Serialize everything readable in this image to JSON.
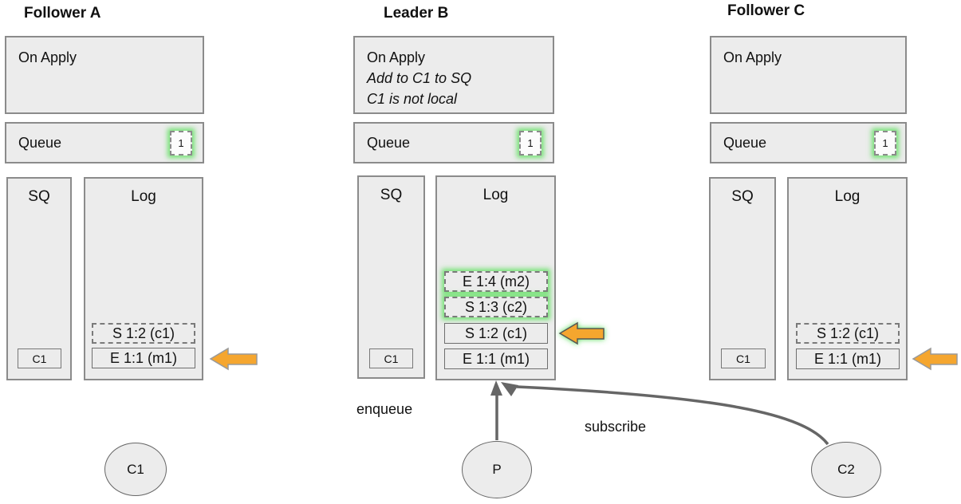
{
  "diagram": {
    "nodes": [
      {
        "title": "Follower A",
        "on_apply": {
          "lines": [
            "On Apply"
          ]
        },
        "queue": {
          "label": "Queue",
          "badge": "1"
        },
        "sq": {
          "label": "SQ",
          "item": "C1"
        },
        "log": {
          "label": "Log",
          "entries": [
            {
              "text": "S 1:2 (c1)"
            },
            {
              "text": "E 1:1 (m1)"
            }
          ]
        }
      },
      {
        "title": "Leader B",
        "on_apply": {
          "lines": [
            "On Apply",
            "Add to C1 to SQ",
            "C1 is not local"
          ]
        },
        "queue": {
          "label": "Queue",
          "badge": "1"
        },
        "sq": {
          "label": "SQ",
          "item": "C1"
        },
        "log": {
          "label": "Log",
          "entries": [
            {
              "text": "E 1:4 (m2)"
            },
            {
              "text": "S 1:3 (c2)"
            },
            {
              "text": "S 1:2 (c1)"
            },
            {
              "text": "E 1:1 (m1)"
            }
          ]
        }
      },
      {
        "title": "Follower C",
        "on_apply": {
          "lines": [
            "On Apply"
          ]
        },
        "queue": {
          "label": "Queue",
          "badge": "1"
        },
        "sq": {
          "label": "SQ",
          "item": "C1"
        },
        "log": {
          "label": "Log",
          "entries": [
            {
              "text": "S 1:2 (c1)"
            },
            {
              "text": "E 1:1 (m1)"
            }
          ]
        }
      }
    ],
    "actors": {
      "client1": "C1",
      "producer": "P",
      "client2": "C2"
    },
    "edges": {
      "enqueue": "enqueue",
      "subscribe": "subscribe"
    },
    "colors": {
      "box_fill": "#ececec",
      "box_border": "#8b8b8b",
      "glow_green": "#56de56",
      "arrow_orange": "#f5a62f",
      "connector_gray": "#666666"
    }
  }
}
